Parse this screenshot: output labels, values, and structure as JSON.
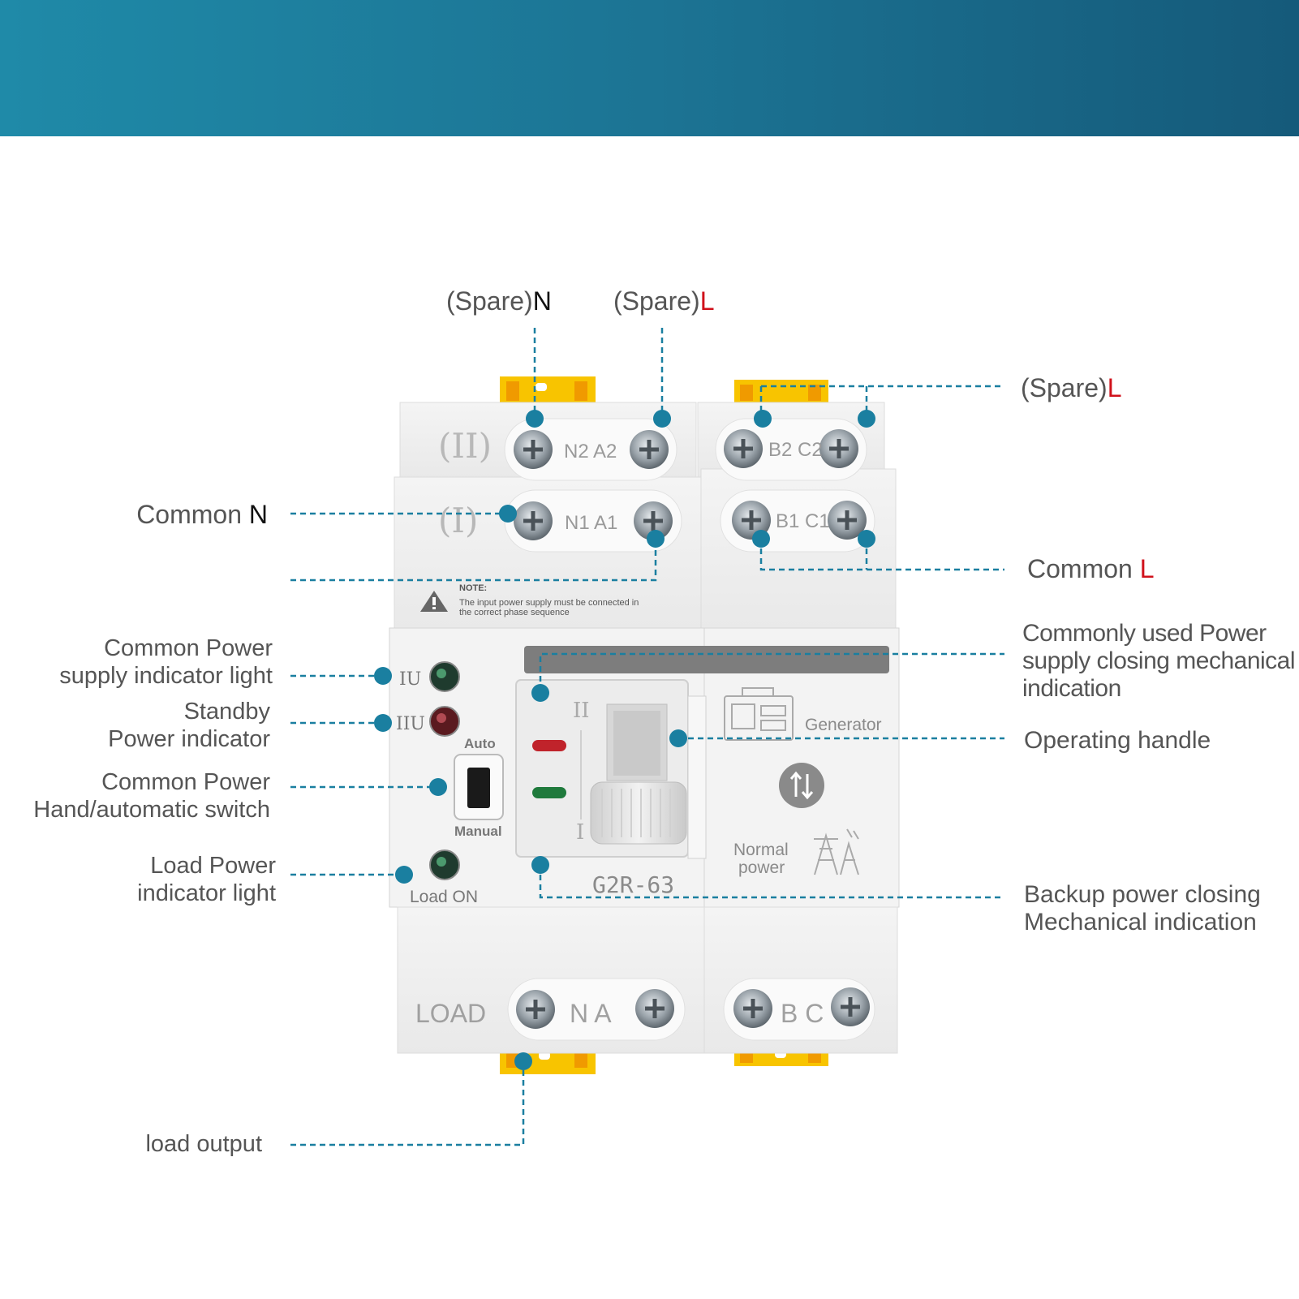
{
  "colors": {
    "accent": "#1a7fa0",
    "red": "#d0111b",
    "label_grey": "#555555",
    "clip_yellow": "#f8c400"
  },
  "labels": {
    "spare_n_prefix": "(Spare)",
    "spare_n_suffix": "N",
    "spare_l1_prefix": "(Spare)",
    "spare_l1_suffix": "L",
    "spare_l2_prefix": "(Spare)",
    "spare_l2_suffix": "L",
    "common_n_prefix": "Common ",
    "common_n_suffix": "N",
    "common_l_prefix": "Common ",
    "common_l_suffix": "L",
    "common_power_indicator": [
      "Common Power",
      "supply indicator light"
    ],
    "standby_indicator": [
      "Standby",
      "Power indicator"
    ],
    "hand_auto_switch": [
      "Common Power",
      "Hand/automatic switch"
    ],
    "load_indicator": [
      "Load Power",
      "indicator light"
    ],
    "load_output": "load output",
    "commonly_used_closing": [
      "Commonly used Power",
      "supply closing mechanical",
      "indication"
    ],
    "operating_handle": "Operating handle",
    "backup_closing": [
      "Backup power closing",
      "Mechanical indication"
    ]
  },
  "device": {
    "top_row_mark": "(II)",
    "middle_row_mark": "(I)",
    "top_left_terminals": "N2 A2",
    "top_right_terminals": "B2 C2",
    "mid_left_terminals": "N1 A1",
    "mid_right_terminals": "B1 C1",
    "note_title": "NOTE:",
    "note_text_1": "The input power supply must be connected in",
    "note_text_2": "the correct phase sequence",
    "iu_label": "IU",
    "iiu_label": "IIU",
    "auto_label": "Auto",
    "manual_label": "Manual",
    "load_on_label": "Load ON",
    "handle_top_mark": "II",
    "handle_bottom_mark": "I",
    "model": "G2R-63",
    "generator_label": "Generator",
    "normal_power_label_1": "Normal",
    "normal_power_label_2": "power",
    "bottom_load_label": "LOAD",
    "bottom_left_terminals": "N A",
    "bottom_right_terminals": "B C"
  }
}
